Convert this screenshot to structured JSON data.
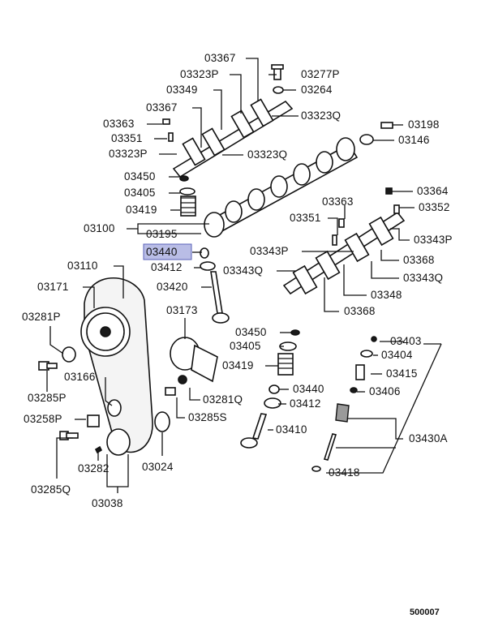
{
  "diagram": {
    "highlighted_part": "03440",
    "reference_number": "500007",
    "labels": {
      "p03367a": "03367",
      "p03323P_top": "03323P",
      "p03277P": "03277P",
      "p03349": "03349",
      "p03264": "03264",
      "p03367b": "03367",
      "p03323Q_top": "03323Q",
      "p03363a": "03363",
      "p03351a": "03351",
      "p03198": "03198",
      "p03323P_mid": "03323P",
      "p03323Q_mid": "03323Q",
      "p03146": "03146",
      "p03450a": "03450",
      "p03405a": "03405",
      "p03364": "03364",
      "p03419a": "03419",
      "p03363b": "03363",
      "p03352": "03352",
      "p03351b": "03351",
      "p03100": "03100",
      "p03195": "03195",
      "p03343P_a": "03343P",
      "p03343P_b": "03343P",
      "p03440a": "03440",
      "p03368a": "03368",
      "p03412a": "03412",
      "p03343Q_a": "03343Q",
      "p03110": "03110",
      "p03343Q_b": "03343Q",
      "p03420": "03420",
      "p03171": "03171",
      "p03348": "03348",
      "p03173": "03173",
      "p03368b": "03368",
      "p03281P": "03281P",
      "p03450b": "03450",
      "p03403": "03403",
      "p03405b": "03405",
      "p03404": "03404",
      "p03419b": "03419",
      "p03415": "03415",
      "p03166": "03166",
      "p03440b": "03440",
      "p03406": "03406",
      "p03285P": "03285P",
      "p03281Q": "03281Q",
      "p03412b": "03412",
      "p03258P": "03258P",
      "p03285S": "03285S",
      "p03410": "03410",
      "p03430A": "03430A",
      "p03282": "03282",
      "p03024": "03024",
      "p03418": "03418",
      "p03285Q": "03285Q",
      "p03038": "03038"
    }
  }
}
